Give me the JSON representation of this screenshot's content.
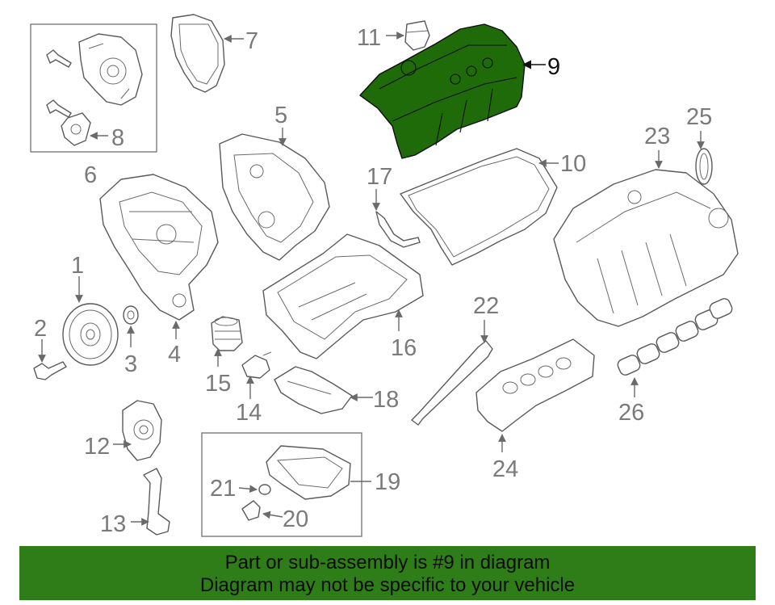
{
  "callouts": {
    "c1": "1",
    "c2": "2",
    "c3": "3",
    "c4": "4",
    "c5": "5",
    "c6": "6",
    "c7": "7",
    "c8": "8",
    "c9": "9",
    "c10": "10",
    "c11": "11",
    "c12": "12",
    "c13": "13",
    "c14": "14",
    "c15": "15",
    "c16": "16",
    "c17": "17",
    "c18": "18",
    "c19": "19",
    "c20": "20",
    "c21": "21",
    "c22": "22",
    "c23": "23",
    "c24": "24",
    "c25": "25",
    "c26": "26"
  },
  "highlighted_part": "9",
  "colors": {
    "highlight": "#1f6b0a",
    "banner": "#2e7d18",
    "line": "#5a5a5a",
    "label": "#7a7a7a"
  },
  "banner": {
    "line1": "Part or sub-assembly is #9 in diagram",
    "line2": "Diagram may not be specific to your vehicle"
  }
}
